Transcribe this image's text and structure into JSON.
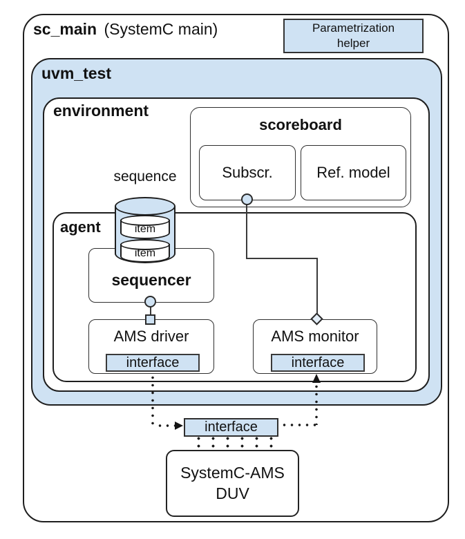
{
  "colors": {
    "light_blue": "#cfe2f3",
    "border_dark": "#1e1e1e",
    "connector": "#3a3a3a",
    "background": "#ffffff"
  },
  "sc_main": {
    "name": "sc_main",
    "suffix": "(SystemC main)"
  },
  "param_helper": {
    "line1": "Parametrization",
    "line2": "helper"
  },
  "uvm_test": {
    "label": "uvm_test"
  },
  "environment": {
    "label": "environment"
  },
  "scoreboard": {
    "label": "scoreboard",
    "subscriber_label": "Subscr.",
    "ref_model_label": "Ref. model"
  },
  "sequence": {
    "label": "sequence",
    "items": [
      "item",
      "item"
    ]
  },
  "agent": {
    "label": "agent"
  },
  "sequencer": {
    "label": "sequencer"
  },
  "ams_driver": {
    "label": "AMS driver",
    "interface_label": "interface"
  },
  "ams_monitor": {
    "label": "AMS monitor",
    "interface_label": "interface"
  },
  "shared_interface": {
    "label": "interface"
  },
  "duv": {
    "line1": "SystemC-AMS",
    "line2": "DUV"
  }
}
